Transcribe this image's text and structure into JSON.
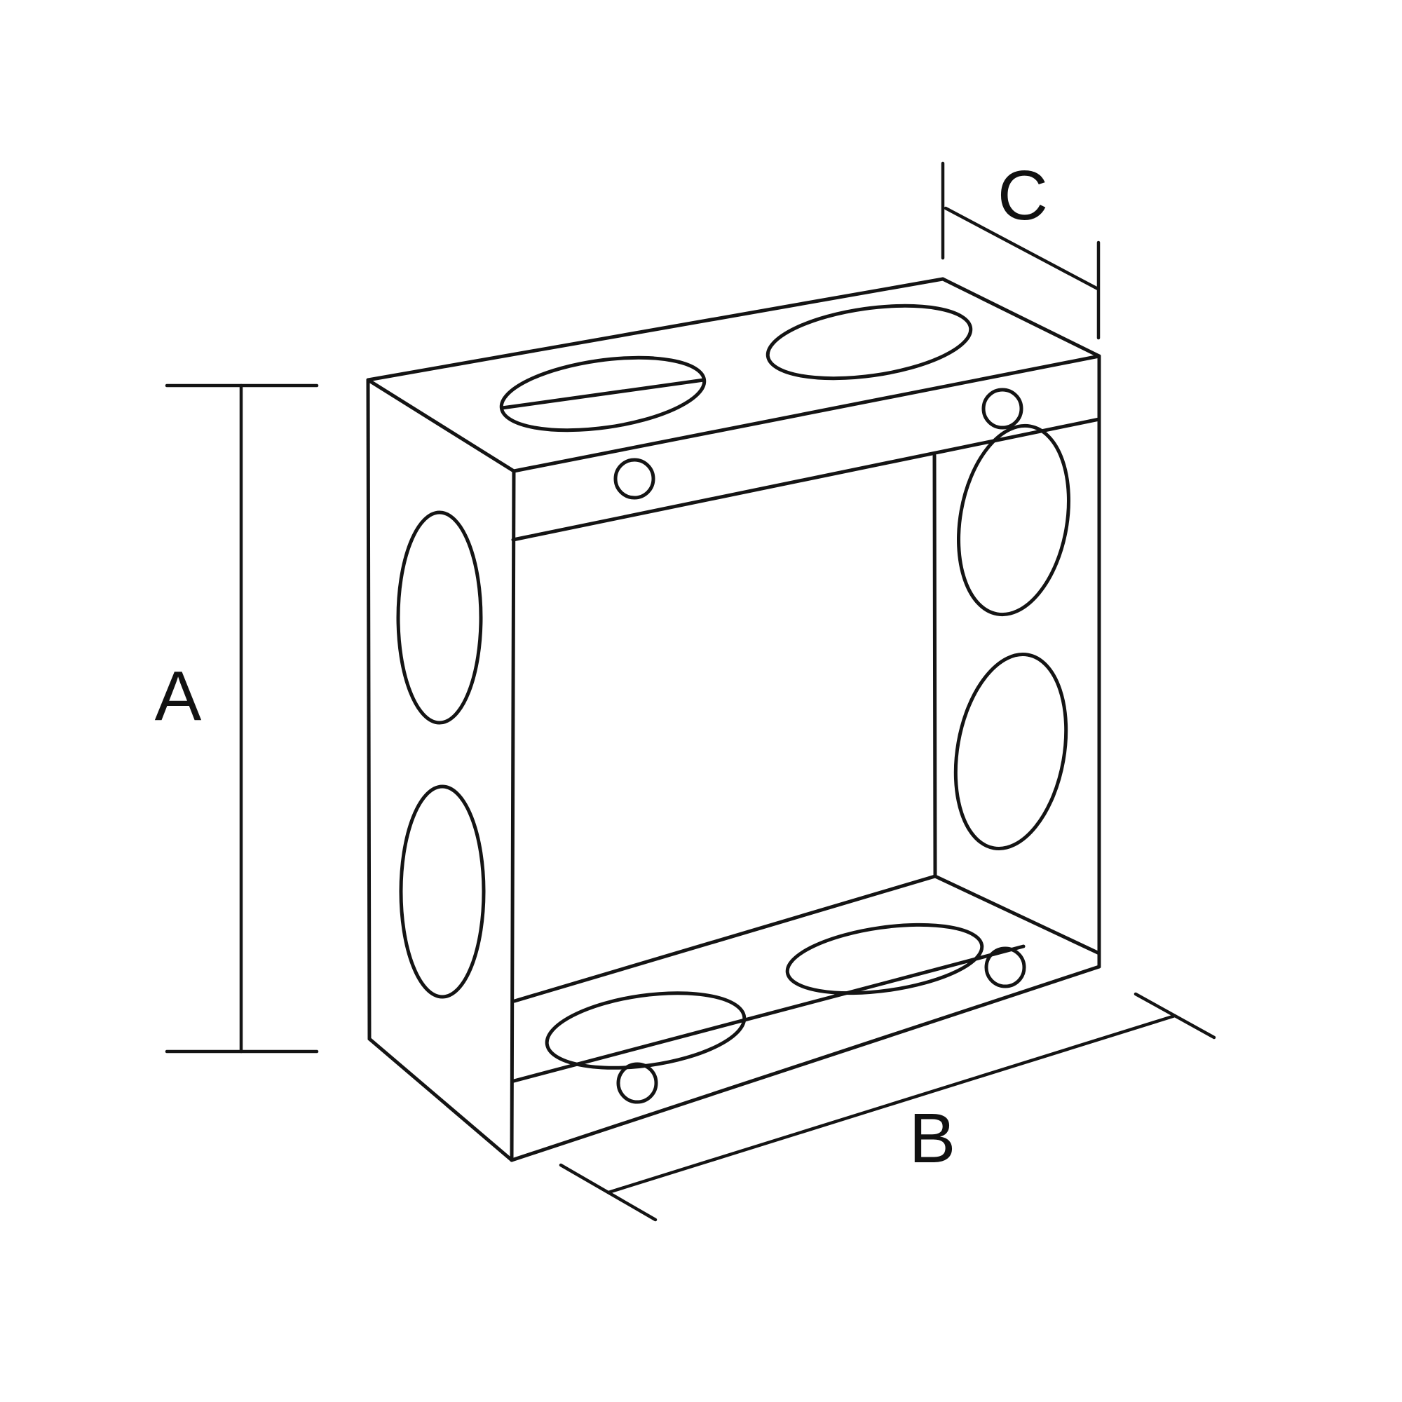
{
  "page": {
    "background_color": "#ffffff"
  },
  "drawing": {
    "line_color": "#141414",
    "label_color": "#111111",
    "dimension_labels": {
      "a": "A",
      "b": "B",
      "c": "C"
    }
  }
}
